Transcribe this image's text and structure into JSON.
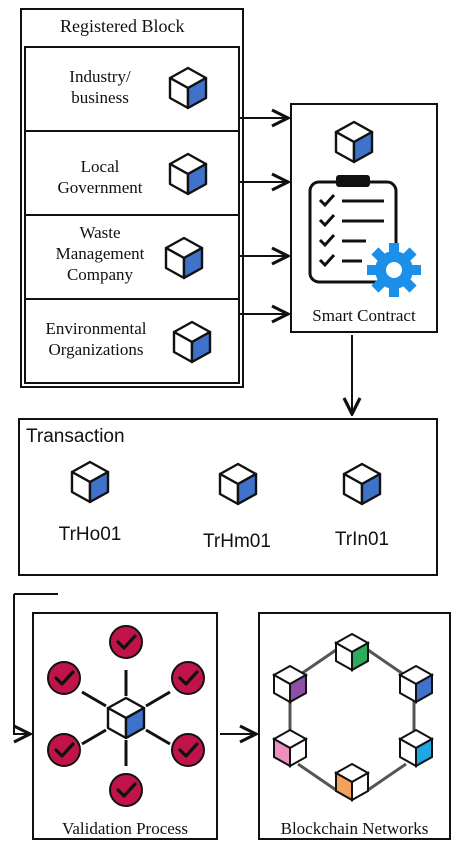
{
  "registered_block": {
    "title": "Registered Block",
    "items": [
      {
        "label_lines": [
          "Industry/",
          "business"
        ]
      },
      {
        "label_lines": [
          "Local",
          "Government"
        ]
      },
      {
        "label_lines": [
          "Waste",
          "Management",
          "Company"
        ]
      },
      {
        "label_lines": [
          "Environmental",
          "Organizations"
        ]
      }
    ]
  },
  "smart_contract": {
    "label": "Smart Contract"
  },
  "transaction": {
    "title": "Transaction",
    "items": [
      {
        "label": "TrHo01"
      },
      {
        "label": "TrHm01"
      },
      {
        "label": "TrIn01"
      }
    ]
  },
  "validation": {
    "label": "Validation Process"
  },
  "blockchain": {
    "label": "Blockchain Networks"
  },
  "colors": {
    "cube_blue": "#3f73c9",
    "check_red": "#c0134a",
    "gear_blue": "#1c8fe8",
    "block_green": "#2eaa5c",
    "block_purple": "#8b4fa8",
    "block_pink": "#ee8fc0",
    "block_cyan": "#1ea7e0",
    "block_orange": "#f3a25c"
  }
}
